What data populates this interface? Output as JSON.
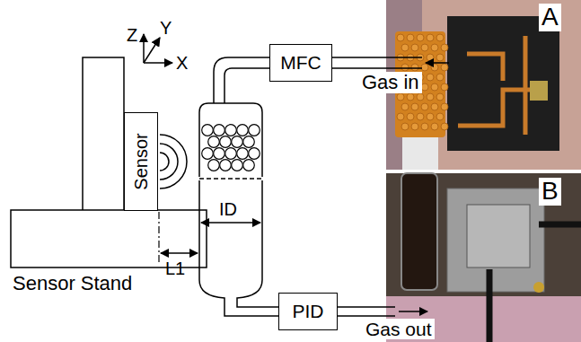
{
  "diagram": {
    "nodes": [
      {
        "text": [
          "Sensor"
        ]
      },
      {
        "text": [
          "MFC"
        ]
      },
      {
        "text": [
          "PID"
        ]
      }
    ],
    "labels": [
      "A",
      "Z",
      "Y",
      "X",
      "Gas in",
      "B",
      "ID",
      "L1",
      "Sensor Stand",
      "Gas out"
    ]
  }
}
